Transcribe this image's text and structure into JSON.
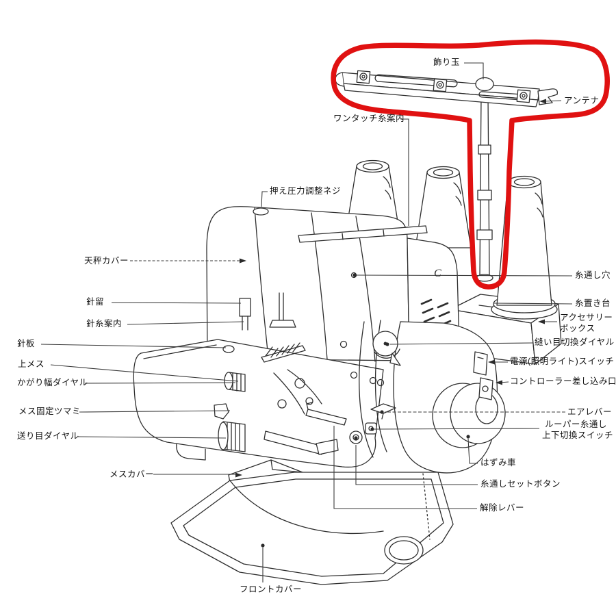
{
  "figure": {
    "type": "parts-diagram",
    "subject_labels_language": "ja",
    "annotation_color": "#e01111",
    "line_color": "#2e2e2e"
  },
  "labels": {
    "kazaridama": "飾り玉",
    "antenna": "アンテナ",
    "one_touch_thread_guide": "ワンタッチ糸案内",
    "presser_pressure_screw": "押え圧力調整ネジ",
    "tenbin_cover": "天秤カバー",
    "needle_clamp": "針留",
    "needle_thread_guide": "針糸案内",
    "needle_plate": "針板",
    "upper_knife": "上メス",
    "overcast_width_dial": "かがり幅ダイヤル",
    "knife_fixing_knob": "メス固定ツマミ",
    "feed_dial": "送り目ダイヤル",
    "knife_cover": "メスカバー",
    "front_cover": "フロントカバー",
    "threading_hole": "糸通し穴",
    "spool_rest": "糸置き台",
    "accessory_box_line1": "アクセサリー",
    "accessory_box_line2": "ボックス",
    "stitch_change_dial": "縫い目切換ダイヤル",
    "power_switch": "電源(照明ライト)スイッチ",
    "controller_socket": "コントローラー差し込み口",
    "air_lever": "エアレバー",
    "looper_threader_line1": "ルーパー糸通し",
    "looper_threader_line2": "上下切換スイッチ",
    "handwheel": "はずみ車",
    "threader_set_button": "糸通しセットボタン",
    "release_lever": "解除レバー",
    "body_mark": "C"
  }
}
